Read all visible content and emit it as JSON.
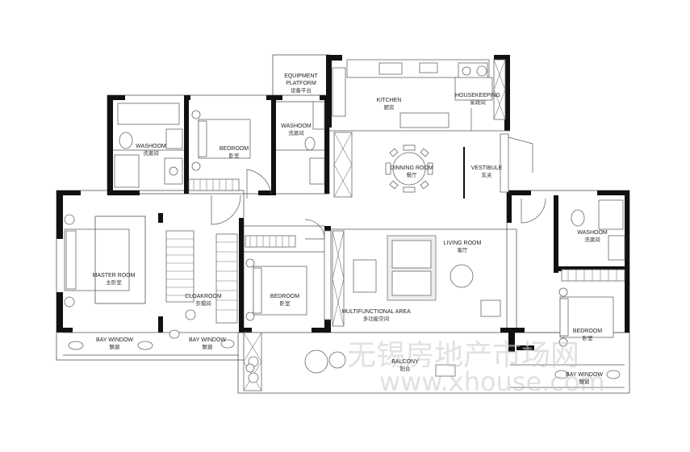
{
  "rooms": {
    "equipment_platform": {
      "en_line1": "EQUIPMENT",
      "en_line2": "PLATFORM",
      "cn": "设备平台"
    },
    "kitchen": {
      "en": "KITCHEN",
      "cn": "厨房"
    },
    "housekeeping": {
      "en": "HOUSEKEEPING",
      "cn": "家政间"
    },
    "washroom_top_left": {
      "en": "WASHOOM",
      "cn": "洗漱间"
    },
    "washroom_middle": {
      "en": "WASHOOM",
      "cn": "洗漱间"
    },
    "bedroom_top": {
      "en": "BEDROOM",
      "cn": "卧室"
    },
    "dining_room": {
      "en": "DINNING ROOM",
      "cn": "餐厅"
    },
    "vestibule": {
      "en": "VESTIBULE",
      "cn": "玄关"
    },
    "master_room": {
      "en": "MASTER ROOM",
      "cn": "主卧室"
    },
    "cloakroom": {
      "en": "CLOAKROOM",
      "cn": "衣帽间"
    },
    "bedroom_middle": {
      "en": "BEDROOM",
      "cn": "卧室"
    },
    "living_room": {
      "en": "LIVING ROOM",
      "cn": "客厅"
    },
    "multifunctional_area": {
      "en": "MULTIFUNCTIONAL AREA",
      "cn": "多功能空间"
    },
    "washroom_right": {
      "en": "WASHOOM",
      "cn": "洗漱间"
    },
    "bedroom_right": {
      "en": "BEDROOM",
      "cn": "卧室"
    },
    "bay_window_left": {
      "en": "BAY WINDOW",
      "cn": "飘窗"
    },
    "bay_window_middle": {
      "en": "BAY WINDOW",
      "cn": "飘窗"
    },
    "bay_window_right": {
      "en": "BAY WINDOW",
      "cn": "飘窗"
    },
    "balcony": {
      "en": "BALCONY",
      "cn": "阳台"
    }
  },
  "watermark": {
    "line1": "无锡房地产市场网",
    "line2": "www.xhouse.com"
  }
}
